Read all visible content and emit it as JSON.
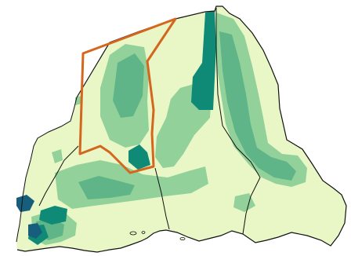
{
  "map": {
    "palette": {
      "background": "#ffffff",
      "land_low": "#e9f6c6",
      "land_mid": "#92d29a",
      "land_high": "#5fb587",
      "land_top": "#0f8a76",
      "water_deep": "#175d7c",
      "border": "#111111",
      "highlight": "#d4661e"
    },
    "classes": [
      "land_low",
      "land_mid",
      "land_high",
      "land_top"
    ],
    "highlighted_region": "selected-outline"
  }
}
